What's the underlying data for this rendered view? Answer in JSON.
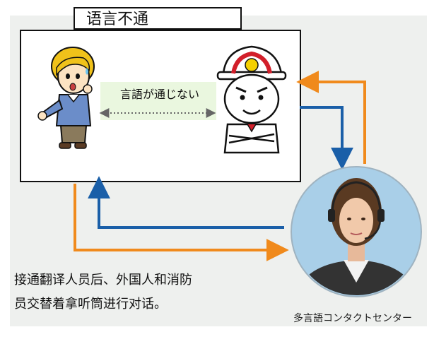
{
  "title": "语言不通",
  "speech_bubble": "言語が通じない",
  "caption_lines": [
    "接通翻译人员后、外国人和消防",
    "员交替着拿听筒进行对话。"
  ],
  "call_center_label": "多言語コンタクトセンター",
  "colors": {
    "orange_arrow": "#f08a1c",
    "blue_arrow": "#1a5fa8",
    "helmet_red": "#d21f2a",
    "background": "#eef0ee"
  },
  "icons": {
    "foreigner": "foreigner-person-icon",
    "firefighter": "firefighter-icon",
    "operator": "call-center-operator-icon"
  }
}
